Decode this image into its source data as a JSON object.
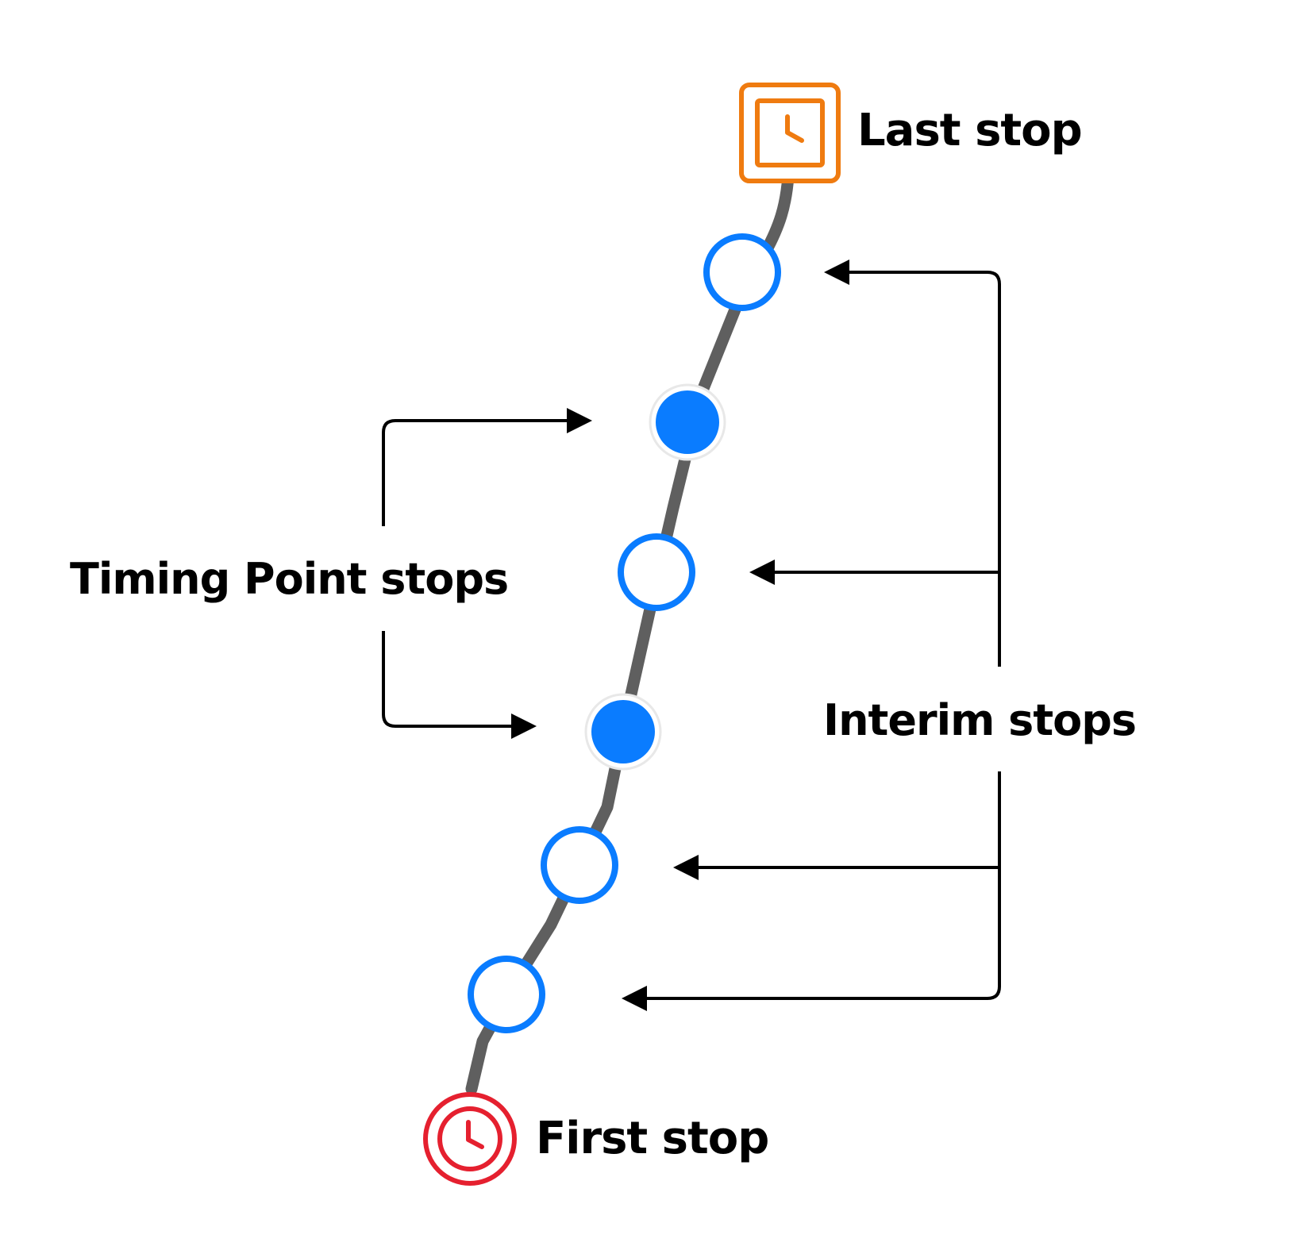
{
  "labels": {
    "last_stop": "Last stop",
    "first_stop": "First stop",
    "timing_point_stops": "Timing Point stops",
    "interim_stops": "Interim stops"
  },
  "colors": {
    "route_line": "#5f5f5f",
    "interim_stop_stroke": "#0a7cff",
    "timing_point_fill": "#0a7cff",
    "last_stop": "#ef7b10",
    "first_stop": "#e5202f",
    "arrow": "#000000"
  },
  "icons": {
    "last_stop": "clock-square-icon",
    "first_stop": "clock-circle-icon"
  }
}
